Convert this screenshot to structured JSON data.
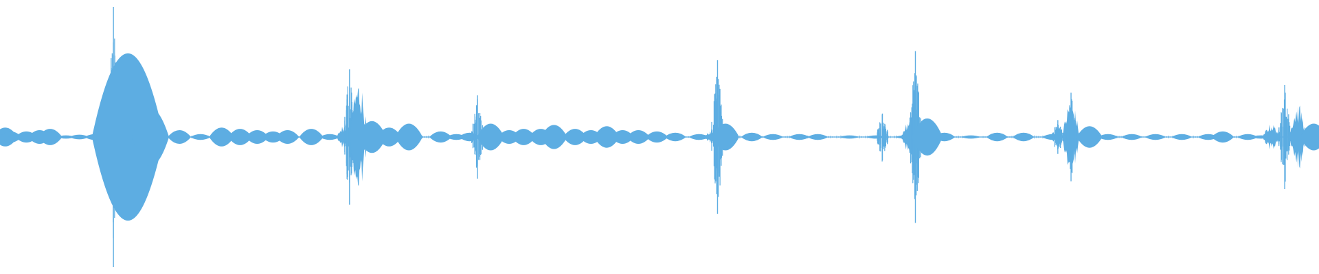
{
  "waveform": {
    "color": "#5dade2",
    "background": "#ffffff",
    "events": [
      {
        "time": 0.004,
        "amp": 0.07,
        "kind": "blob"
      },
      {
        "time": 0.008,
        "amp": 0.04,
        "kind": "blob"
      },
      {
        "time": 0.014,
        "amp": 0.02,
        "kind": "blob"
      },
      {
        "time": 0.02,
        "amp": 0.04,
        "kind": "blob"
      },
      {
        "time": 0.03,
        "amp": 0.05,
        "kind": "blob"
      },
      {
        "time": 0.038,
        "amp": 0.06,
        "kind": "blob"
      },
      {
        "time": 0.05,
        "amp": 0.01,
        "kind": "blob"
      },
      {
        "time": 0.06,
        "amp": 0.015,
        "kind": "blob"
      },
      {
        "time": 0.072,
        "amp": 0.02,
        "kind": "blob"
      },
      {
        "time": 0.08,
        "amp": 0.05,
        "kind": "burst"
      },
      {
        "time": 0.086,
        "amp": 1.0,
        "kind": "spike"
      },
      {
        "time": 0.097,
        "amp": 0.64,
        "kind": "blob"
      },
      {
        "time": 0.114,
        "amp": 0.22,
        "kind": "blob"
      },
      {
        "time": 0.136,
        "amp": 0.05,
        "kind": "blob"
      },
      {
        "time": 0.152,
        "amp": 0.02,
        "kind": "blob"
      },
      {
        "time": 0.168,
        "amp": 0.07,
        "kind": "blob"
      },
      {
        "time": 0.182,
        "amp": 0.06,
        "kind": "blob"
      },
      {
        "time": 0.195,
        "amp": 0.05,
        "kind": "blob"
      },
      {
        "time": 0.207,
        "amp": 0.04,
        "kind": "blob"
      },
      {
        "time": 0.218,
        "amp": 0.05,
        "kind": "blob"
      },
      {
        "time": 0.236,
        "amp": 0.06,
        "kind": "blob"
      },
      {
        "time": 0.25,
        "amp": 0.02,
        "kind": "blob"
      },
      {
        "time": 0.262,
        "amp": 0.08,
        "kind": "burst"
      },
      {
        "time": 0.265,
        "amp": 0.52,
        "kind": "spike"
      },
      {
        "time": 0.272,
        "amp": 0.35,
        "kind": "burst"
      },
      {
        "time": 0.282,
        "amp": 0.12,
        "kind": "blob"
      },
      {
        "time": 0.295,
        "amp": 0.07,
        "kind": "blob"
      },
      {
        "time": 0.31,
        "amp": 0.1,
        "kind": "blob"
      },
      {
        "time": 0.334,
        "amp": 0.04,
        "kind": "blob"
      },
      {
        "time": 0.346,
        "amp": 0.02,
        "kind": "blob"
      },
      {
        "time": 0.356,
        "amp": 0.03,
        "kind": "blob"
      },
      {
        "time": 0.362,
        "amp": 0.32,
        "kind": "spike"
      },
      {
        "time": 0.372,
        "amp": 0.1,
        "kind": "blob"
      },
      {
        "time": 0.386,
        "amp": 0.05,
        "kind": "blob"
      },
      {
        "time": 0.397,
        "amp": 0.06,
        "kind": "blob"
      },
      {
        "time": 0.41,
        "amp": 0.06,
        "kind": "blob"
      },
      {
        "time": 0.42,
        "amp": 0.09,
        "kind": "blob"
      },
      {
        "time": 0.436,
        "amp": 0.06,
        "kind": "blob"
      },
      {
        "time": 0.448,
        "amp": 0.05,
        "kind": "blob"
      },
      {
        "time": 0.46,
        "amp": 0.08,
        "kind": "blob"
      },
      {
        "time": 0.472,
        "amp": 0.05,
        "kind": "blob"
      },
      {
        "time": 0.484,
        "amp": 0.05,
        "kind": "blob"
      },
      {
        "time": 0.498,
        "amp": 0.04,
        "kind": "blob"
      },
      {
        "time": 0.512,
        "amp": 0.03,
        "kind": "blob"
      },
      {
        "time": 0.53,
        "amp": 0.02,
        "kind": "blob"
      },
      {
        "time": 0.54,
        "amp": 0.04,
        "kind": "burst"
      },
      {
        "time": 0.544,
        "amp": 0.59,
        "kind": "spike"
      },
      {
        "time": 0.55,
        "amp": 0.1,
        "kind": "blob"
      },
      {
        "time": 0.57,
        "amp": 0.03,
        "kind": "blob"
      },
      {
        "time": 0.586,
        "amp": 0.02,
        "kind": "blob"
      },
      {
        "time": 0.606,
        "amp": 0.02,
        "kind": "blob"
      },
      {
        "time": 0.62,
        "amp": 0.02,
        "kind": "blob"
      },
      {
        "time": 0.644,
        "amp": 0.01,
        "kind": "blob"
      },
      {
        "time": 0.664,
        "amp": 0.01,
        "kind": "blob"
      },
      {
        "time": 0.686,
        "amp": 0.01,
        "kind": "blob"
      },
      {
        "time": 0.669,
        "amp": 0.18,
        "kind": "spike"
      },
      {
        "time": 0.69,
        "amp": 0.12,
        "kind": "burst"
      },
      {
        "time": 0.694,
        "amp": 0.66,
        "kind": "spike"
      },
      {
        "time": 0.703,
        "amp": 0.14,
        "kind": "blob"
      },
      {
        "time": 0.716,
        "amp": 0.03,
        "kind": "blob"
      },
      {
        "time": 0.736,
        "amp": 0.01,
        "kind": "blob"
      },
      {
        "time": 0.756,
        "amp": 0.03,
        "kind": "blob"
      },
      {
        "time": 0.776,
        "amp": 0.03,
        "kind": "blob"
      },
      {
        "time": 0.798,
        "amp": 0.02,
        "kind": "blob"
      },
      {
        "time": 0.802,
        "amp": 0.13,
        "kind": "spike"
      },
      {
        "time": 0.812,
        "amp": 0.22,
        "kind": "burst"
      },
      {
        "time": 0.812,
        "amp": 0.34,
        "kind": "spike"
      },
      {
        "time": 0.826,
        "amp": 0.08,
        "kind": "blob"
      },
      {
        "time": 0.84,
        "amp": 0.02,
        "kind": "blob"
      },
      {
        "time": 0.858,
        "amp": 0.02,
        "kind": "blob"
      },
      {
        "time": 0.876,
        "amp": 0.02,
        "kind": "blob"
      },
      {
        "time": 0.896,
        "amp": 0.02,
        "kind": "blob"
      },
      {
        "time": 0.916,
        "amp": 0.02,
        "kind": "blob"
      },
      {
        "time": 0.927,
        "amp": 0.04,
        "kind": "blob"
      },
      {
        "time": 0.946,
        "amp": 0.02,
        "kind": "blob"
      },
      {
        "time": 0.956,
        "amp": 0.01,
        "kind": "blob"
      },
      {
        "time": 0.964,
        "amp": 0.08,
        "kind": "burst"
      },
      {
        "time": 0.974,
        "amp": 0.4,
        "kind": "spike"
      },
      {
        "time": 0.984,
        "amp": 0.2,
        "kind": "burst"
      },
      {
        "time": 0.996,
        "amp": 0.1,
        "kind": "blob"
      }
    ]
  }
}
